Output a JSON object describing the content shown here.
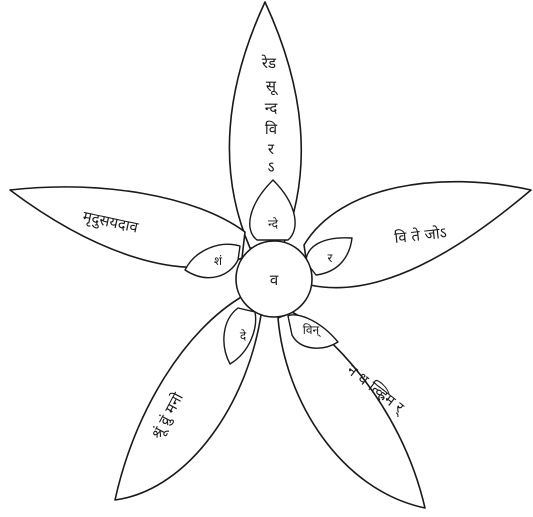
{
  "center": {
    "label": "व"
  },
  "petals": {
    "top": {
      "inner": "न्दे",
      "outer_lines": [
        "रेड",
        "सू",
        "न्द",
        "वि",
        "र",
        "ऽ"
      ]
    },
    "right": {
      "inner": "र",
      "outer": "वि ते जोऽ"
    },
    "bottom_right": {
      "inner": "विन्",
      "outer": "न ध त्व्ह्रिम र्"
    },
    "bottom_left": {
      "inner": "दे",
      "outer": "श्रूं व्रुं मनो"
    },
    "left": {
      "inner": "शं",
      "outer": "मृदुसयदाव"
    }
  }
}
